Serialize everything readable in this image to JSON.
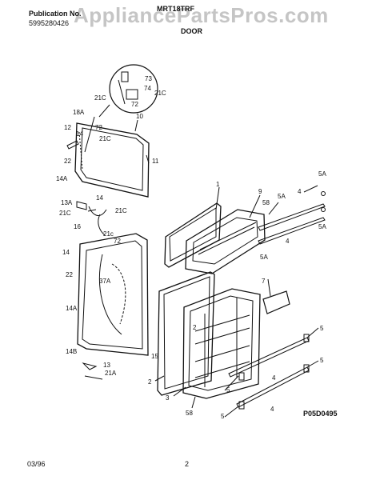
{
  "header": {
    "publication_label": "Publication No.",
    "publication_number": "5995280426",
    "model": "MRT18TRF",
    "section": "DOOR",
    "watermark": "AppliancePartsPros.com"
  },
  "footer": {
    "date": "03/96",
    "page": "2",
    "drawing_code": "P05D0495"
  },
  "callouts": {
    "c1": "1",
    "c2a": "2",
    "c2b": "2",
    "c3": "3",
    "c4a": "4",
    "c4b": "4",
    "c4c": "4",
    "c4d": "4",
    "c5a": "5",
    "c5b": "5",
    "c5c": "5",
    "c5d": "5",
    "c5A1": "5A",
    "c5A2": "5A",
    "c5A3": "5A",
    "c5A4": "5A",
    "c7": "7",
    "c9": "9",
    "c10": "10",
    "c11": "11",
    "c12": "12",
    "c13": "13",
    "c13A": "13A",
    "c14a": "14",
    "c14b": "14",
    "c14c": "14",
    "c14A1": "14A",
    "c14A2": "14A",
    "c14B": "14B",
    "c15": "15",
    "c16": "16",
    "c18A": "18A",
    "c21A": "21A",
    "c21C1": "21C",
    "c21C2": "21C",
    "c21C3": "21C",
    "c21C4": "21C",
    "c21C5": "21C",
    "c21c": "21c",
    "c22a": "22",
    "c22b": "22",
    "c37A": "37A",
    "c58a": "58",
    "c58b": "58",
    "c72a": "72",
    "c72b": "72",
    "c72c": "72",
    "c73": "73",
    "c74": "74"
  }
}
